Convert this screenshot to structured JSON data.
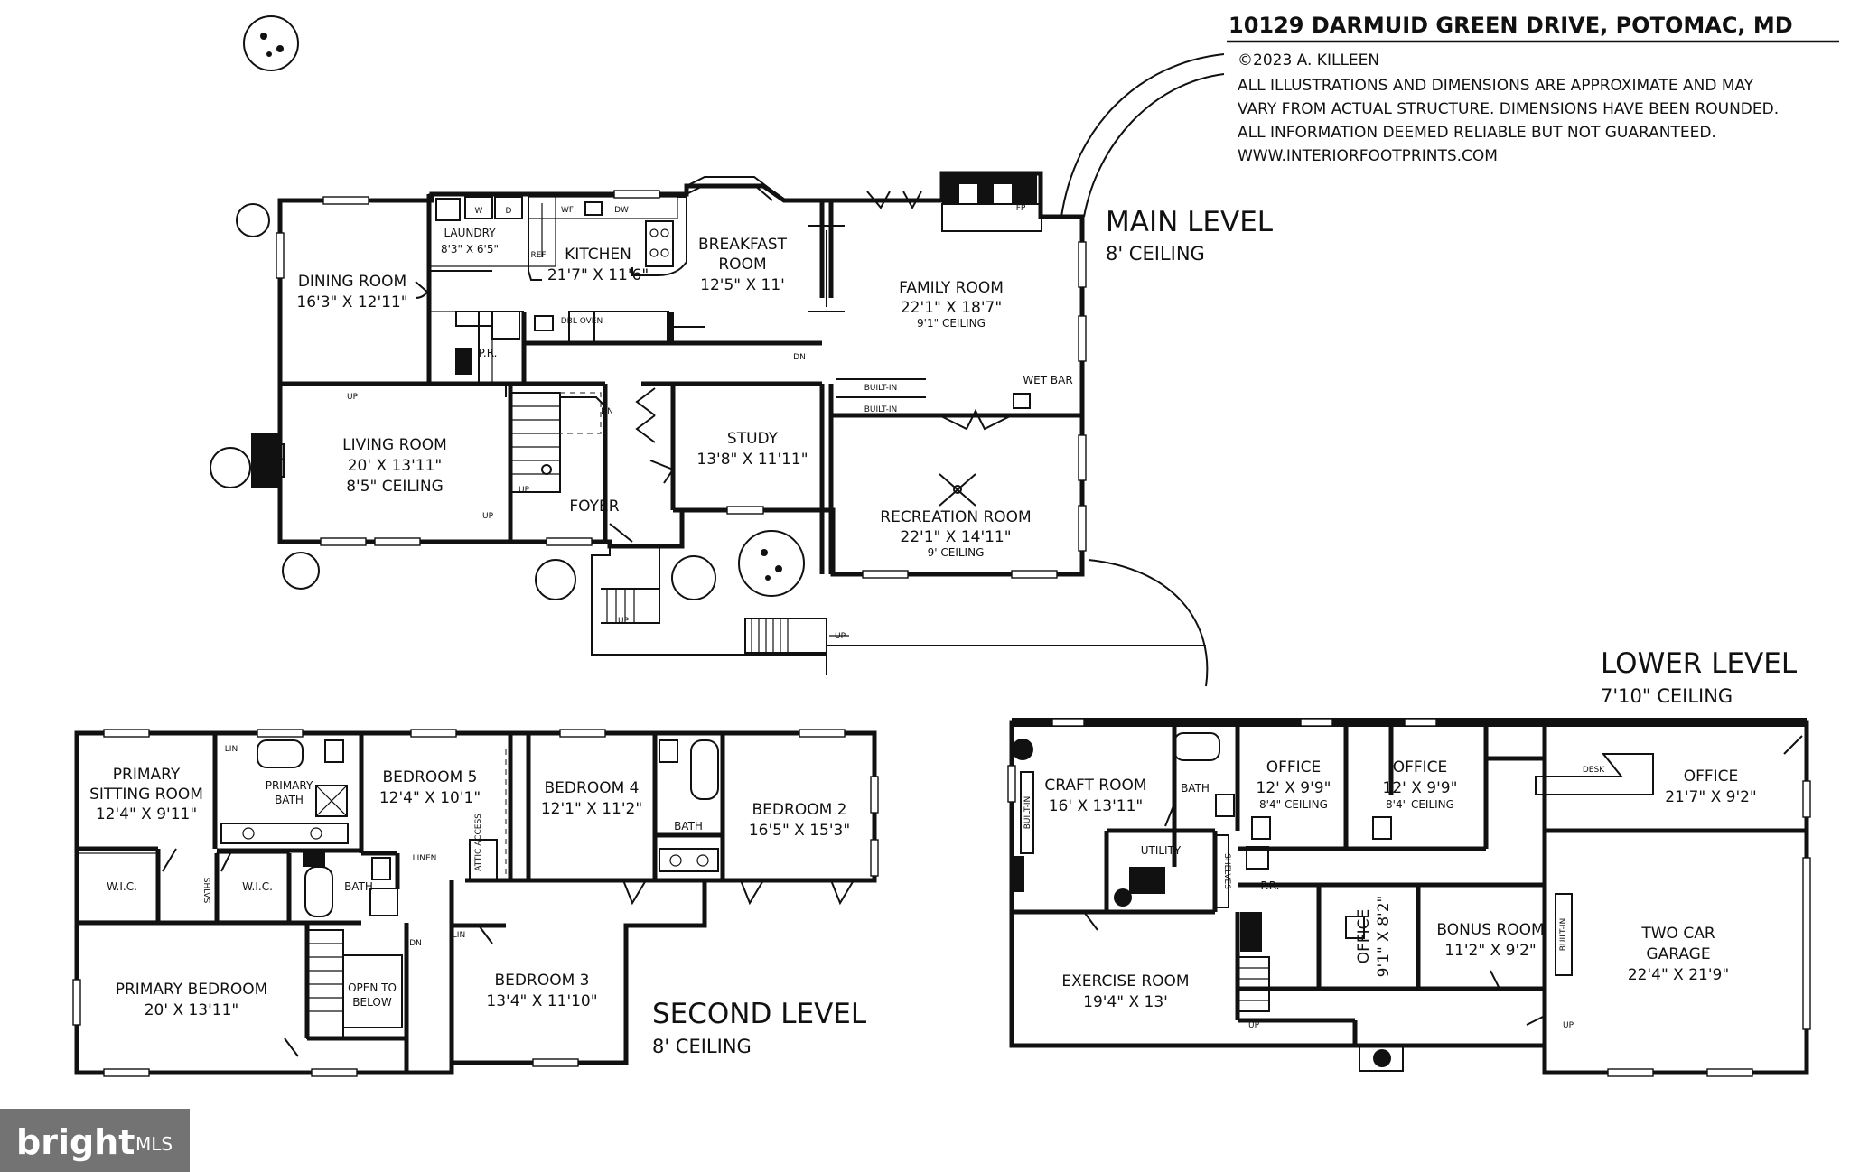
{
  "header": {
    "address": "10129 DARMUID GREEN DRIVE, POTOMAC, MD",
    "copyright": "©2023 A. KILLEEN",
    "disclaimer": [
      "ALL ILLUSTRATIONS AND DIMENSIONS ARE APPROXIMATE AND MAY",
      "VARY FROM ACTUAL STRUCTURE. DIMENSIONS HAVE BEEN ROUNDED.",
      "ALL INFORMATION DEEMED RELIABLE BUT NOT GUARANTEED.",
      "WWW.INTERIORFOOTPRINTS.COM"
    ]
  },
  "levels": {
    "main": {
      "title": "MAIN LEVEL",
      "ceiling": "8' CEILING"
    },
    "second": {
      "title": "SECOND LEVEL",
      "ceiling": "8' CEILING"
    },
    "lower": {
      "title": "LOWER LEVEL",
      "ceiling": "7'10\" CEILING"
    }
  },
  "main_rooms": {
    "dining": {
      "name": "DINING ROOM",
      "dims": "16'3\" X 12'11\""
    },
    "laundry": {
      "name": "LAUNDRY",
      "dims": "8'3\" X 6'5\""
    },
    "kitchen": {
      "name": "KITCHEN",
      "dims": "21'7\" X 11'6\""
    },
    "breakfast": {
      "name1": "BREAKFAST",
      "name2": "ROOM",
      "dims": "12'5\" X 11'"
    },
    "family": {
      "name": "FAMILY ROOM",
      "dims": "22'1\" X 18'7\"",
      "ceiling": "9'1\" CEILING"
    },
    "living": {
      "name": "LIVING ROOM",
      "dims": "20' X 13'11\"",
      "ceiling": "8'5\" CEILING"
    },
    "study": {
      "name": "STUDY",
      "dims": "13'8\" X 11'11\""
    },
    "foyer": {
      "name": "FOYER"
    },
    "recreation": {
      "name": "RECREATION ROOM",
      "dims": "22'1\" X 14'11\"",
      "ceiling": "9' CEILING"
    },
    "pr": {
      "name": "P.R."
    },
    "wetbar": {
      "name": "WET BAR"
    },
    "builtin1": "BUILT-IN",
    "builtin2": "BUILT-IN",
    "fp": "FP",
    "dbl_oven": "DBL OVEN",
    "ref": "REF",
    "w": "W",
    "d": "D",
    "wf": "WF",
    "dw": "DW",
    "up": "UP",
    "dn": "DN"
  },
  "second_rooms": {
    "sitting": {
      "name1": "PRIMARY",
      "name2": "SITTING ROOM",
      "dims": "12'4\" X 9'11\""
    },
    "primary_bath": {
      "name1": "PRIMARY",
      "name2": "BATH"
    },
    "lin": "LIN",
    "wic1": "W.I.C.",
    "wic2": "W.I.C.",
    "shlvs": "SHLVS",
    "bed5": {
      "name": "BEDROOM 5",
      "dims": "12'4\" X 10'1\""
    },
    "bed4": {
      "name": "BEDROOM 4",
      "dims": "12'1\" X 11'2\""
    },
    "bed2": {
      "name": "BEDROOM 2",
      "dims": "16'5\" X 15'3\""
    },
    "bed3": {
      "name": "BEDROOM 3",
      "dims": "13'4\" X 11'10\""
    },
    "primary_bed": {
      "name": "PRIMARY BEDROOM",
      "dims": "20' X 13'11\""
    },
    "bath1": "BATH",
    "bath2": "BATH",
    "linen": "LINEN",
    "attic": "ATTIC ACCESS",
    "open1": "OPEN TO",
    "open2": "BELOW",
    "lin2": "LIN",
    "dn": "DN"
  },
  "lower_rooms": {
    "craft": {
      "name": "CRAFT ROOM",
      "dims": "16' X 13'11\""
    },
    "bath": "BATH",
    "office1": {
      "name": "OFFICE",
      "dims": "12' X 9'9\"",
      "ceiling": "8'4\" CEILING"
    },
    "office2": {
      "name": "OFFICE",
      "dims": "12' X 9'9\"",
      "ceiling": "8'4\" CEILING"
    },
    "office3": {
      "name": "OFFICE",
      "dims": "21'7\" X 9'2\""
    },
    "desk": "DESK",
    "utility": "UTILITY",
    "shelves": "SHELVES",
    "pr": "P.R.",
    "office4": {
      "name": "OFFICE",
      "dims": "9'1\" X 8'2\""
    },
    "bonus": {
      "name": "BONUS ROOM",
      "dims": "11'2\" X 9'2\""
    },
    "garage": {
      "name1": "TWO CAR",
      "name2": "GARAGE",
      "dims": "22'4\" X 21'9\""
    },
    "exercise": {
      "name": "EXERCISE ROOM",
      "dims": "19'4\" X 13'"
    },
    "builtin_a": "BUILT-IN",
    "builtin_b": "BUILT-IN",
    "up": "UP"
  },
  "watermark": {
    "brand": "bright",
    "mls": "MLS"
  }
}
